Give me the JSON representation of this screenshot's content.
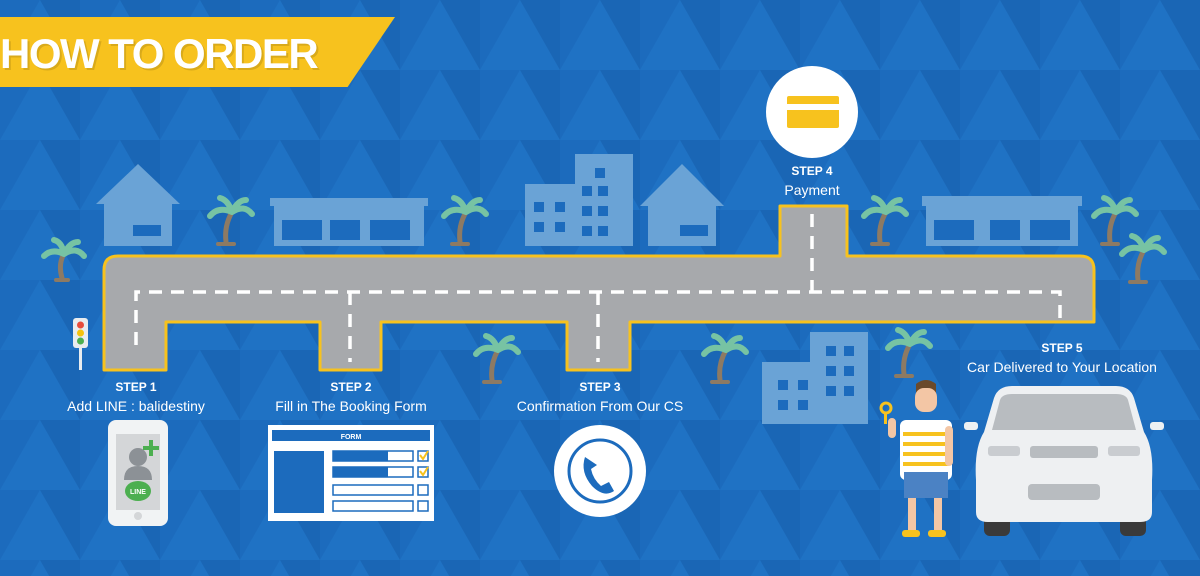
{
  "header": {
    "title": "HOW TO ORDER"
  },
  "steps": [
    {
      "step": "STEP 1",
      "description": "Add LINE : balidestiny"
    },
    {
      "step": "STEP 2",
      "description": "Fill in The Booking Form"
    },
    {
      "step": "STEP 3",
      "description": "Confirmation From Our CS"
    },
    {
      "step": "STEP 4",
      "description": "Payment"
    },
    {
      "step": "STEP 5",
      "description": "Car Delivered to Your Location"
    }
  ],
  "form_graphic": {
    "title": "FORM"
  },
  "phone_graphic": {
    "app_badge": "LINE"
  },
  "colors": {
    "background": "#1c6bbd",
    "banner": "#f7c21e",
    "road": "#a7a9ac",
    "road_border": "#f7c21e",
    "buildings": "#6aa3d6"
  }
}
